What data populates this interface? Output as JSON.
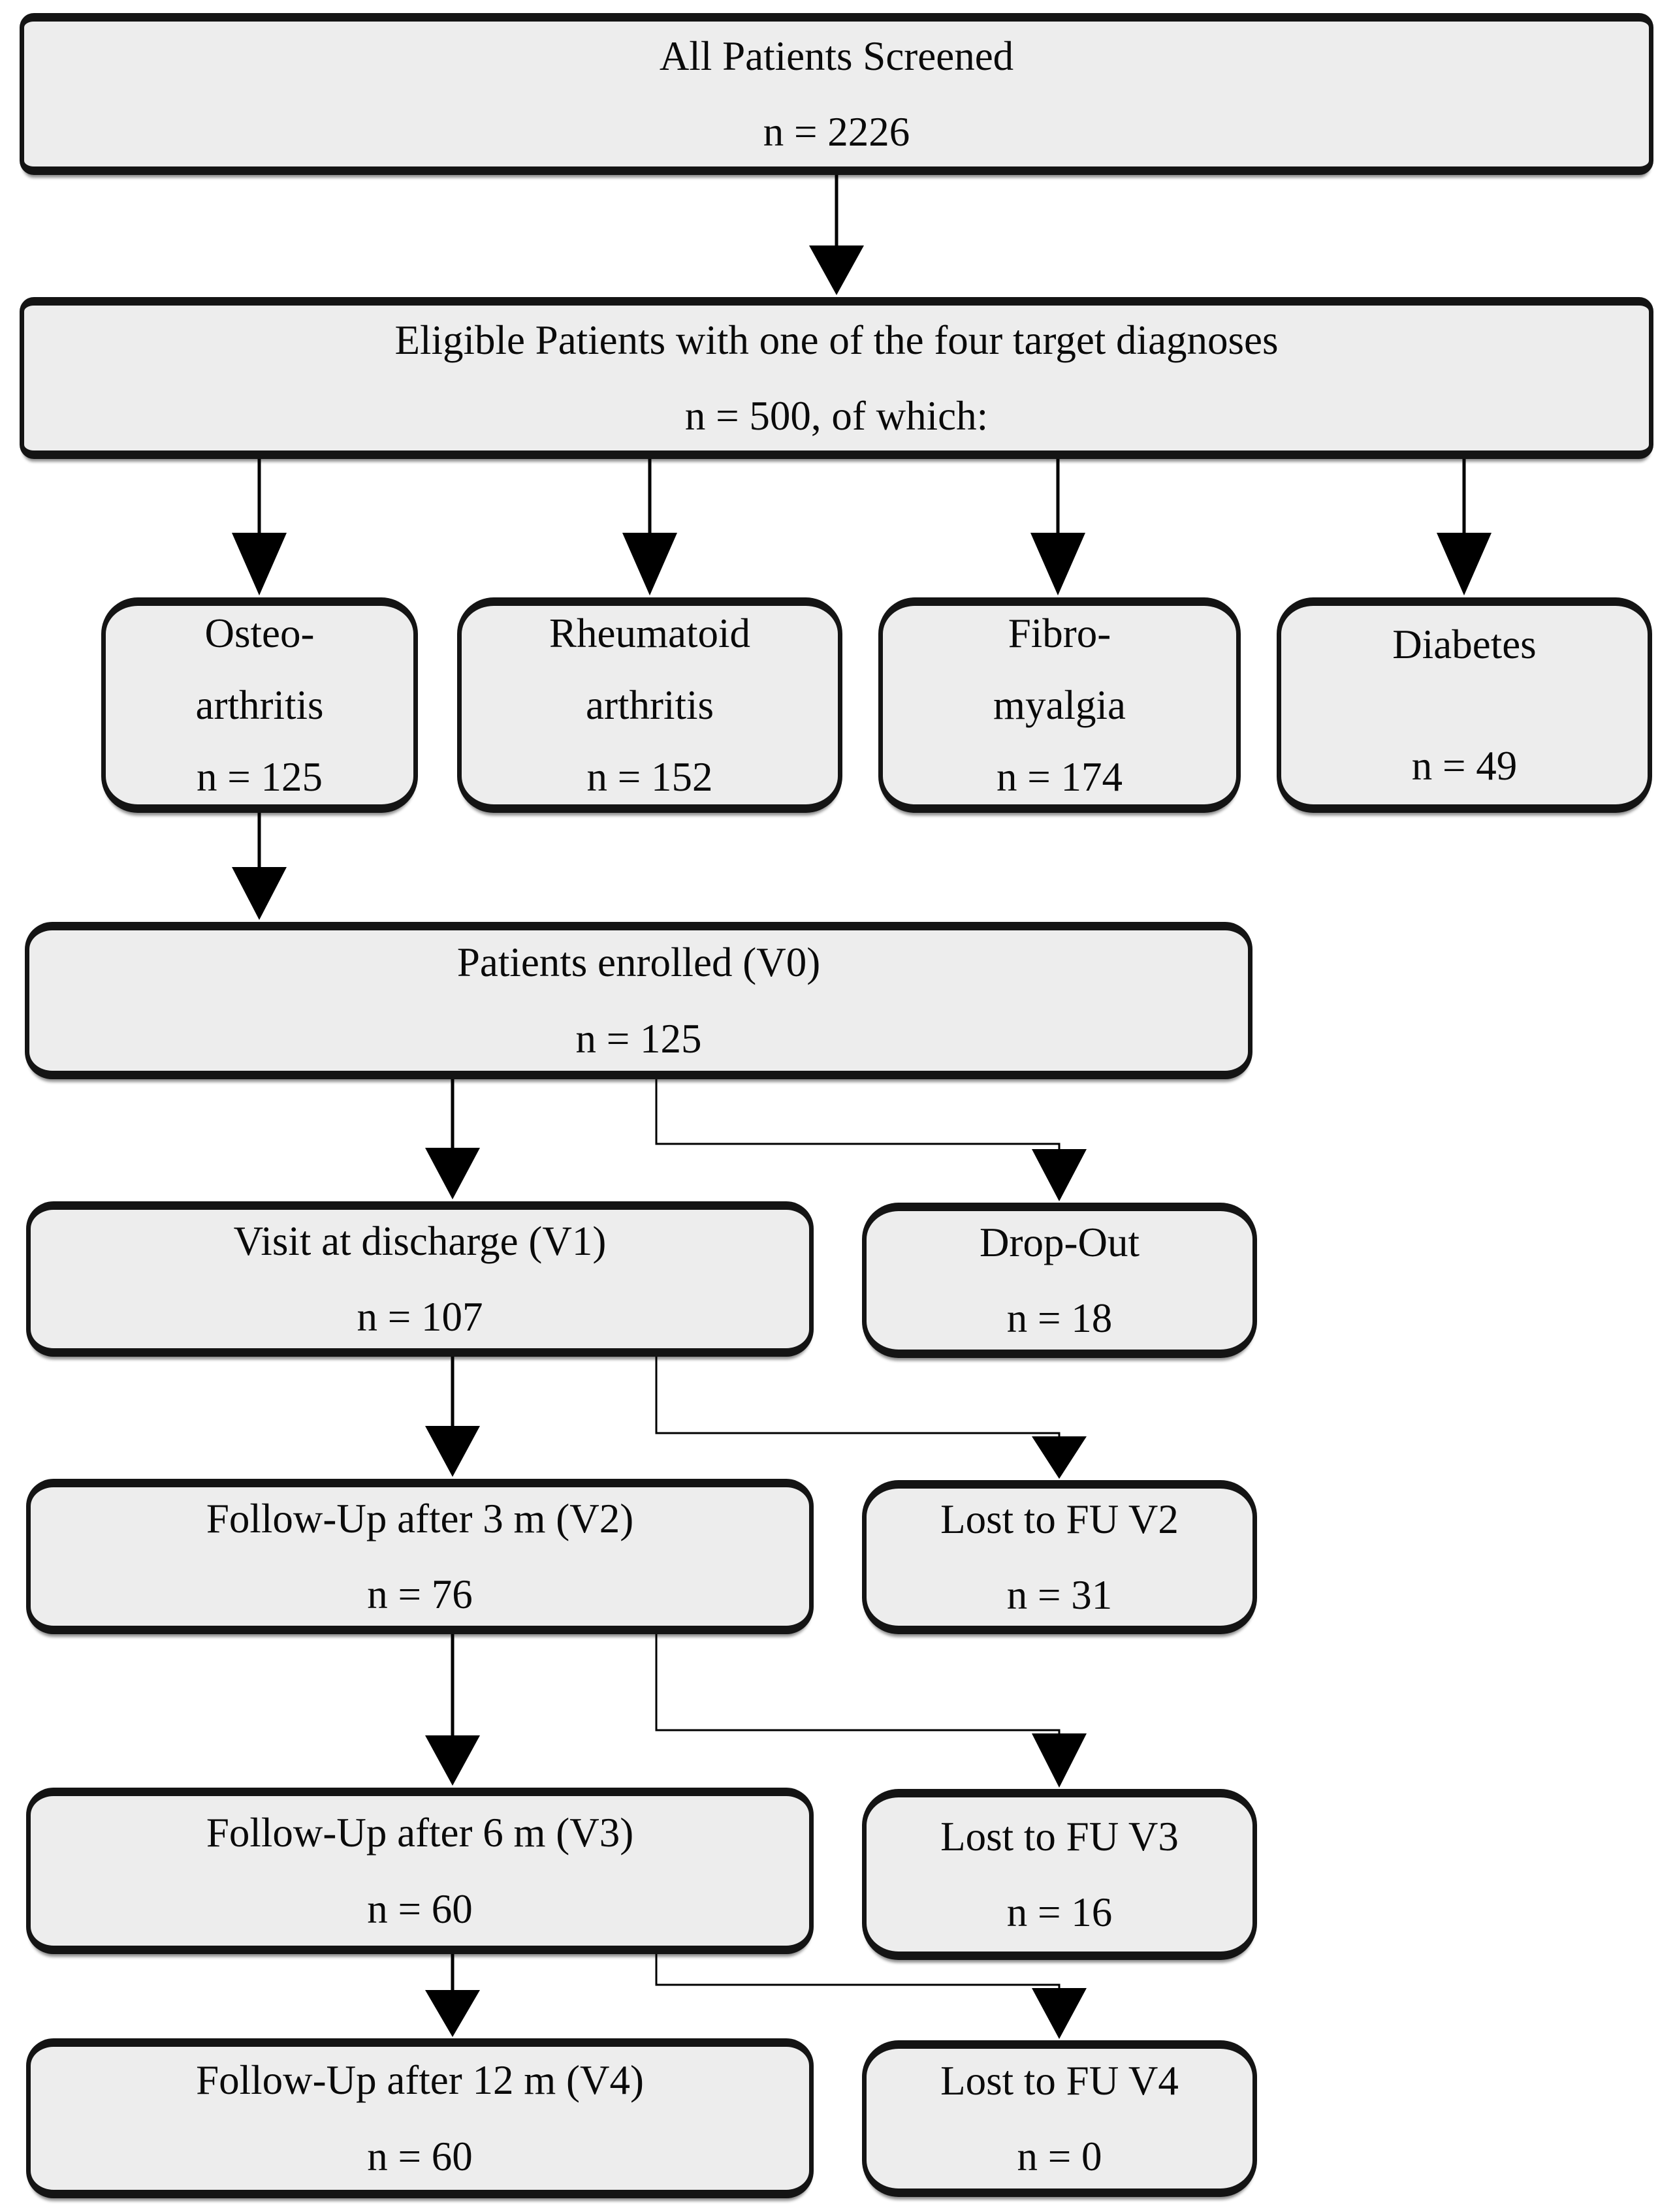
{
  "diagram": {
    "colors": {
      "box_fill": "#ededed",
      "box_border": "#141414",
      "connector": "#000000",
      "text": "#0a0a0a"
    },
    "boxes": {
      "screened": {
        "title": "All Patients Screened",
        "count": "n = 2226"
      },
      "eligible": {
        "title": "Eligible Patients with one of the four target diagnoses",
        "count": "n = 500, of which:"
      },
      "osteo": {
        "line1": "Osteo-",
        "line2": "arthritis",
        "count": "n = 125"
      },
      "rheumatoid": {
        "line1": "Rheumatoid",
        "line2": "arthritis",
        "count": "n = 152"
      },
      "fibro": {
        "line1": "Fibro-",
        "line2": "myalgia",
        "count": "n = 174"
      },
      "diabetes": {
        "line1": "Diabetes",
        "count": "n = 49"
      },
      "enrolled": {
        "title": "Patients enrolled (V0)",
        "count": "n = 125"
      },
      "v1": {
        "title": "Visit at discharge (V1)",
        "count": "n = 107"
      },
      "dropout": {
        "title": "Drop-Out",
        "count": "n = 18"
      },
      "v2": {
        "title": "Follow-Up after 3 m (V2)",
        "count": "n = 76"
      },
      "lost_v2": {
        "title": "Lost to FU V2",
        "count": "n = 31"
      },
      "v3": {
        "title": "Follow-Up after 6 m (V3)",
        "count": "n = 60"
      },
      "lost_v3": {
        "title": "Lost to FU V3",
        "count": "n = 16"
      },
      "v4": {
        "title": "Follow-Up after 12 m (V4)",
        "count": "n = 60"
      },
      "lost_v4": {
        "title": "Lost to FU V4",
        "count": "n = 0"
      }
    }
  }
}
